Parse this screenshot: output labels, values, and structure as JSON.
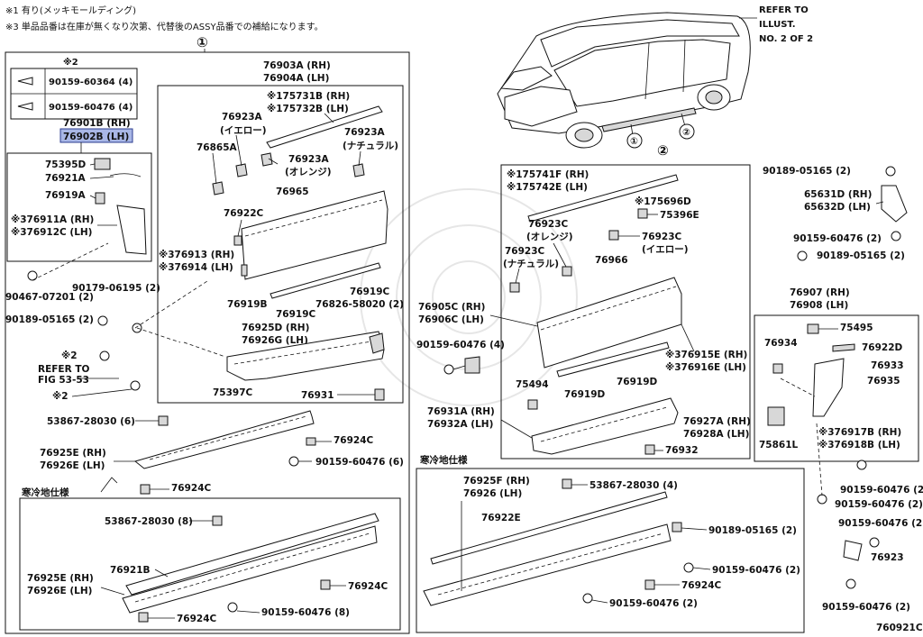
{
  "header": {
    "note1": "※1 有り(メッキモールディング)",
    "note3": "※3 単品品番は在庫が無くなり次第、代替後のASSY品番での補給になります。",
    "group1_marker": "①",
    "refer_to": "REFER TO",
    "illust": "ILLUST.",
    "illust_no": "NO. 2 OF 2"
  },
  "footer_code": "760921C",
  "left_panel": {
    "note2": "※2",
    "bolt_table": [
      "90159-60364 (4)",
      "90159-60476 (4)"
    ],
    "labels": {
      "p76901b": "76901B (RH)",
      "p76902b": "76902B (LH)",
      "p75395d": "75395D",
      "p76921a": "76921A",
      "p76919a": "76919A",
      "p376911a": "※376911A (RH)",
      "p376912c": "※376912C (LH)",
      "p90467": "90467-07201 (2)",
      "p90179": "90179-06195 (2)",
      "p90189": "90189-05165 (2)",
      "note2a": "※2",
      "refer_to": "REFER TO",
      "fig": "FIG 53-53",
      "note2b": "※2",
      "p76903a": "76903A (RH)",
      "p76904a": "76904A (LH)",
      "p175731b": "※175731B (RH)",
      "p175732b": "※175732B (LH)",
      "p76923a_y": "76923A",
      "yellow": "(イエロー)",
      "p76865a": "76865A",
      "p76923a_o": "76923A",
      "orange": "(オレンジ)",
      "p76923a_n": "76923A",
      "natural": "(ナチュラル)",
      "p76965": "76965",
      "p76922c": "76922C",
      "p376913": "※376913 (RH)",
      "p376914": "※376914 (LH)",
      "p76919b": "76919B",
      "p76919c_a": "76919C",
      "p76919c_b": "76919C",
      "p76826": "76826-58020 (2)",
      "p76925d": "76925D (RH)",
      "p76926g": "76926G (LH)",
      "p75397c": "75397C",
      "p76931": "76931",
      "p53867a": "53867-28030 (6)",
      "p76924c_a": "76924C",
      "p76925e_a": "76925E (RH)",
      "p76926e_a": "76926E (LH)",
      "p90159_6": "90159-60476 (6)",
      "p76924c_b": "76924C"
    }
  },
  "cold_spec_left": {
    "title": "寒冷地仕様",
    "p53867": "53867-28030 (8)",
    "p76921b": "76921B",
    "p76925e": "76925E (RH)",
    "p76926e": "76926E (LH)",
    "p76924c_a": "76924C",
    "p76924c_b": "76924C",
    "p90159": "90159-60476 (8)"
  },
  "right_panel": {
    "marker1": "①",
    "marker2": "②",
    "group2_marker": "②",
    "p175741f": "※175741F (RH)",
    "p175742e": "※175742E (LH)",
    "p175696d": "※175696D",
    "p75396e": "75396E",
    "p76923c_o": "76923C",
    "orange": "(オレンジ)",
    "p76923c_y": "76923C",
    "yellow": "(イエロー)",
    "p76923c_n": "76923C",
    "natural": "(ナチュラル)",
    "p76966": "76966",
    "p76905c": "76905C (RH)",
    "p76906c": "76906C (LH)",
    "p90159_4": "90159-60476 (4)",
    "p376915e": "※376915E (RH)",
    "p376916e": "※376916E (LH)",
    "p75494": "75494",
    "p76919d_a": "76919D",
    "p76919d_b": "76919D",
    "p76931a": "76931A (RH)",
    "p76932a": "76932A (LH)",
    "p76927a": "76927A (RH)",
    "p76928a": "76928A (LH)",
    "p76932": "76932"
  },
  "far_right": {
    "p90189a": "90189-05165 (2)",
    "p65631d": "65631D (RH)",
    "p65632d": "65632D (LH)",
    "p90159a": "90159-60476 (2)",
    "p90189b": "90189-05165 (2)",
    "p76907": "76907 (RH)",
    "p76908": "76908 (LH)",
    "p75495": "75495",
    "p76934": "76934",
    "p76922d": "76922D",
    "p76933": "76933",
    "p76935": "76935",
    "p376917b": "※376917B (RH)",
    "p376918b": "※376918B (LH)",
    "p75861l": "75861L",
    "p90159b": "90159-60476 (2)",
    "p90159c": "90159-60476 (2)",
    "p90159d": "90159-60476 (2)",
    "p76923": "76923",
    "p90159e": "90159-60476 (2)"
  },
  "cold_spec_right": {
    "title": "寒冷地仕様",
    "p76925f": "76925F (RH)",
    "p76926": "76926 (LH)",
    "p53867": "53867-28030 (4)",
    "p76922e": "76922E",
    "p90189": "90189-05165 (2)",
    "p90159a": "90159-60476 (2)",
    "p76924c": "76924C",
    "p90159b": "90159-60476 (2)"
  },
  "colors": {
    "highlight": "#a9b7e6",
    "line": "#111111"
  }
}
